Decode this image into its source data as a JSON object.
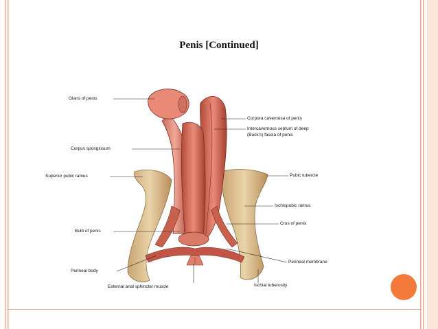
{
  "slide": {
    "title": "Penis [Continued]",
    "accent_color": "#f47a3c",
    "border_color": "#f0a98f"
  },
  "labels": {
    "glans": "Glans of penis",
    "corpora_cavernosa": "Corpora cavernosa of penis",
    "intercavernous_line1": "Intercavernous septum of deep",
    "intercavernous_line2": "(Buck's) fascia of penis",
    "corpus_spongiosum": "Corpus spongiosum",
    "superior_pubic_ramus": "Superior pubic ramus",
    "pubic_tubercle": "Pubic tubercle",
    "ischiopubic_ramus": "Ischiopubic ramus",
    "crus": "Crus of penis",
    "bulb": "Bulb of penis",
    "perineal_membrane": "Perineal membrane",
    "perineal_body": "Perineal body",
    "external_anal_sphincter": "External anal sphincter muscle",
    "ischial_tuberosity": "Ischial tuberosity"
  }
}
